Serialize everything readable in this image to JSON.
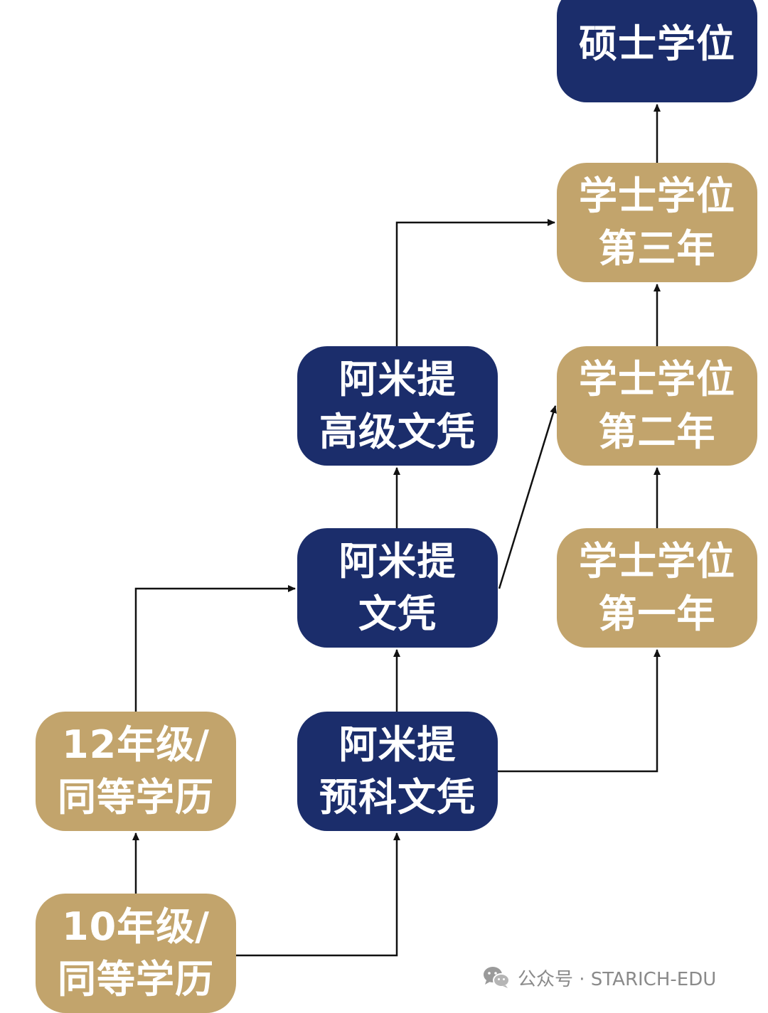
{
  "nodes": {
    "master": {
      "line1": "硕士学位",
      "line2": ""
    },
    "bachelor3": {
      "line1": "学士学位",
      "line2": "第三年"
    },
    "bachelor2": {
      "line1": "学士学位",
      "line2": "第二年"
    },
    "bachelor1": {
      "line1": "学士学位",
      "line2": "第一年"
    },
    "advanced_diploma": {
      "line1": "阿米提",
      "line2": "高级文凭"
    },
    "diploma": {
      "line1": "阿米提",
      "line2": "文凭"
    },
    "foundation": {
      "line1": "阿米提",
      "line2": "预科文凭"
    },
    "grade12": {
      "line1": "12年级/",
      "line2": "同等学历"
    },
    "grade10": {
      "line1": "10年级/",
      "line2": "同等学历"
    }
  },
  "colors": {
    "navy": "#1b2d6b",
    "gold": "#c2a46c",
    "arrow": "#111111"
  },
  "watermark": {
    "icon": "wechat-icon",
    "text": "公众号 · STARICH-EDU"
  }
}
